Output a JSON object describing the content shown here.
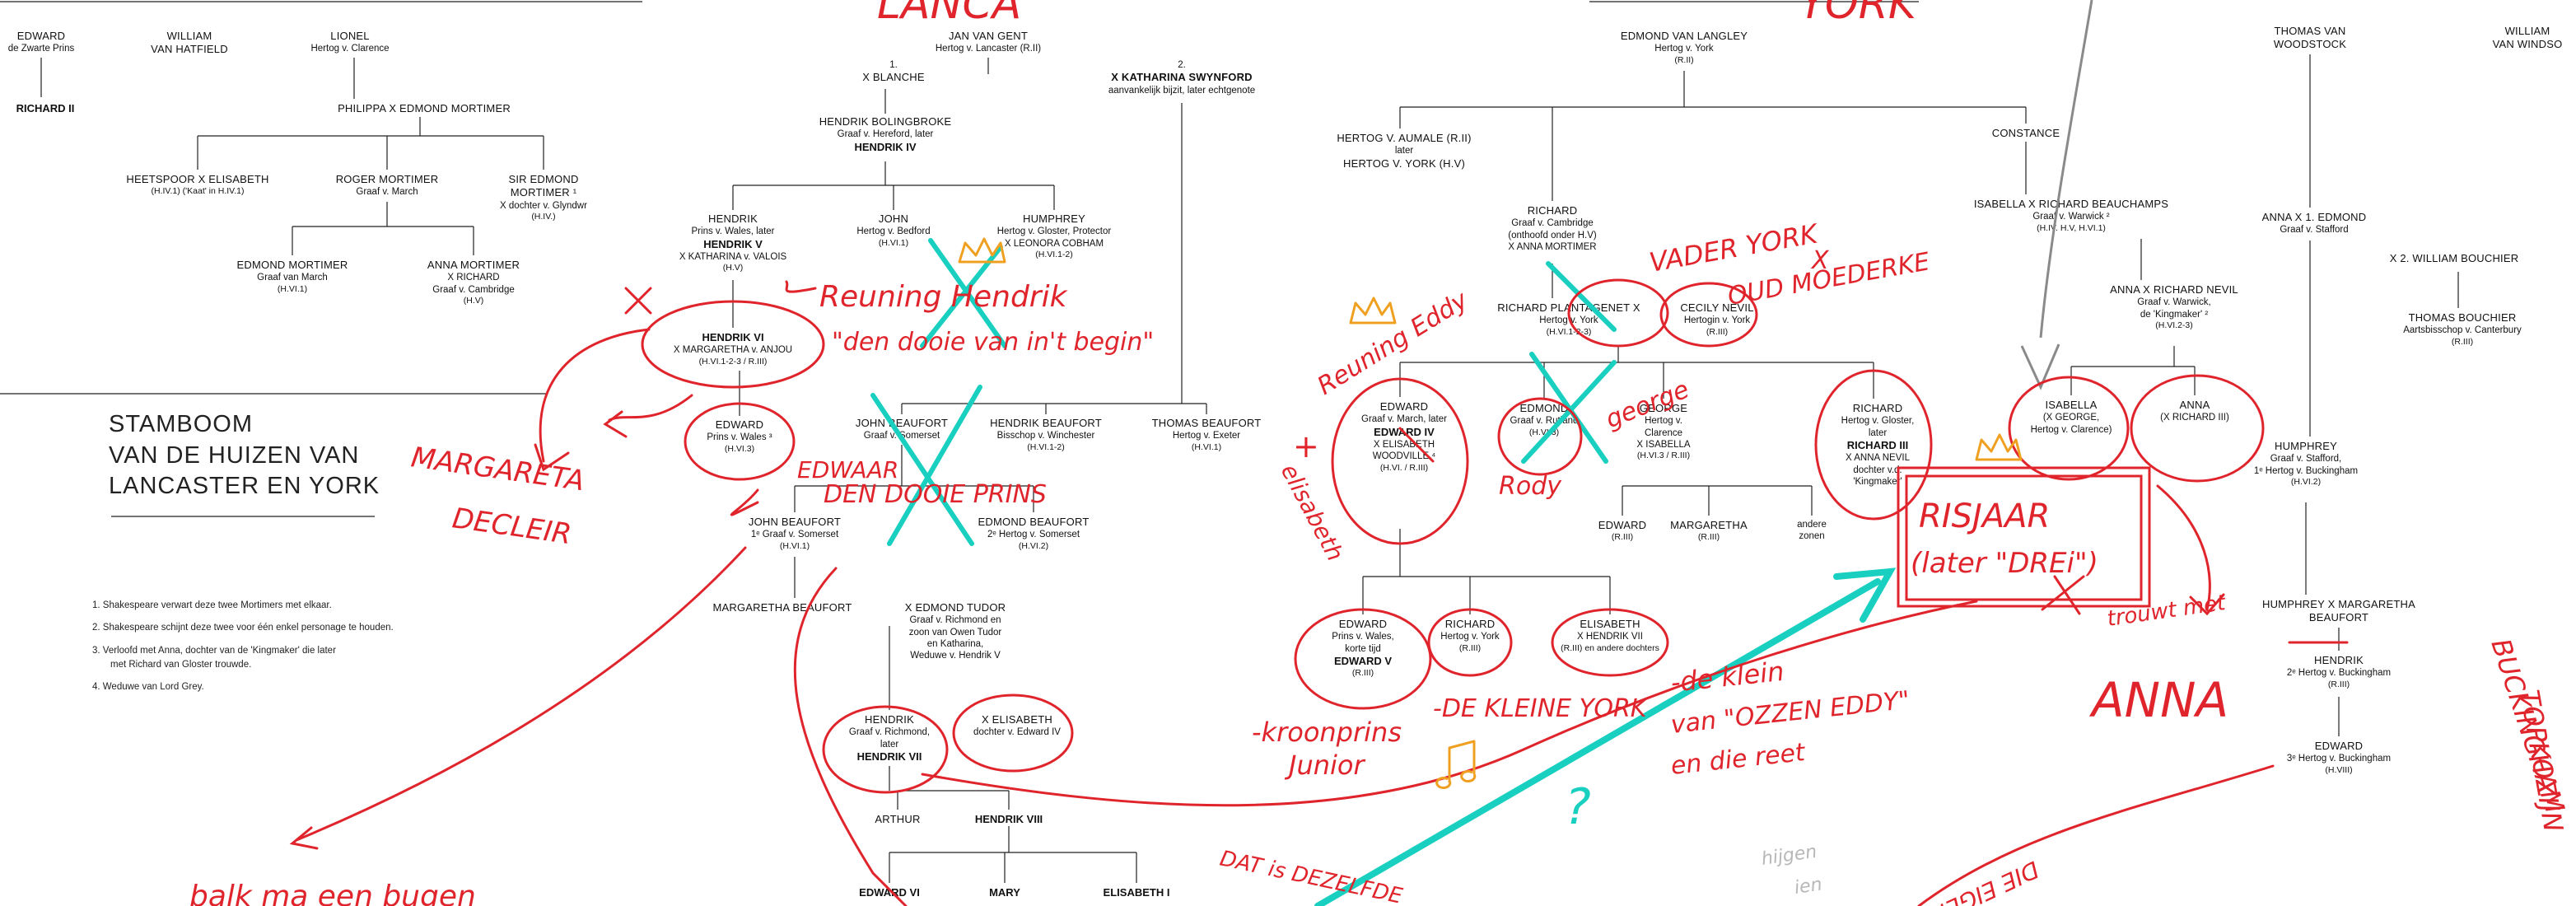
{
  "diagram": {
    "title_lines": [
      "STAMBOOM",
      "VAN DE HUIZEN VAN",
      "LANCASTER EN YORK"
    ],
    "notes": [
      "1.  Shakespeare verwart deze twee Mortimers met elkaar.",
      "2.  Shakespeare schijnt deze twee voor één enkel personage te houden.",
      "3.  Verloofd met Anna, dochter van de 'Kingmaker' die later",
      "met Richard van Gloster trouwde.",
      "4.  Weduwe van Lord Grey."
    ],
    "people": {
      "edward_zwarte_prins": {
        "name": "EDWARD",
        "sub": "de Zwarte Prins"
      },
      "william_hatfield": {
        "name": "WILLIAM",
        "sub": "VAN HATFIELD"
      },
      "richard_ii": {
        "bold": "RICHARD II"
      },
      "lionel": {
        "name": "LIONEL",
        "sub": "Hertog v. Clarence"
      },
      "philippa": {
        "name": "PHILIPPA  X  EDMOND MORTIMER"
      },
      "heetspoor": {
        "name": "HEETSPOOR  X  ELISABETH",
        "ref": "(H.IV.1)     ('Kaat' in H.IV.1)"
      },
      "roger_mortimer": {
        "name": "ROGER MORTIMER",
        "sub": "Graaf v. March"
      },
      "sir_edmond": {
        "name": "SIR EDMOND",
        "name2": "MORTIMER ¹",
        "sub": "X dochter v. Glyndwr",
        "ref": "(H.IV.)"
      },
      "edmond_mortimer": {
        "name": "EDMOND MORTIMER",
        "sub": "Graaf van March",
        "ref": "(H.VI.1)"
      },
      "anna_mortimer": {
        "name": "ANNA MORTIMER",
        "sub": "X  RICHARD",
        "sub2": "Graaf v. Cambridge",
        "ref": "(H.V)"
      },
      "jan_van_gent": {
        "name": "JAN VAN GENT",
        "sub": "Hertog v. Lancaster (R.II)"
      },
      "blanche": {
        "num": "1.",
        "name": "X BLANCHE"
      },
      "swynford": {
        "num": "2.",
        "name": "X KATHARINA SWYNFORD",
        "sub": "aanvankelijk bijzit, later echtgenote"
      },
      "bolingbroke": {
        "name": "HENDRIK BOLINGBROKE",
        "sub": "Graaf v. Hereford, later",
        "bold": "HENDRIK IV"
      },
      "hendrik_v": {
        "name": "HENDRIK",
        "sub": "Prins v. Wales, later",
        "bold": "HENDRIK V",
        "sub2": "X  KATHARINA v. VALOIS",
        "ref": "(H.V)"
      },
      "john_bedford": {
        "name": "JOHN",
        "sub": "Hertog v. Bedford",
        "ref": "(H.VI.1)"
      },
      "humphrey_gloster": {
        "name": "HUMPHREY",
        "sub": "Hertog v. Gloster, Protector",
        "sub2": "X  LEONORA COBHAM",
        "ref": "(H.VI.1-2)"
      },
      "hendrik_vi": {
        "bold": "HENDRIK VI",
        "sub": "X MARGARETHA v. ANJOU",
        "ref": "(H.VI.1-2-3 / R.III)"
      },
      "edward_wales_lanc": {
        "name": "EDWARD",
        "sub": "Prins v. Wales ³",
        "ref": "(H.VI.3)"
      },
      "john_beaufort": {
        "name": "JOHN BEAUFORT",
        "sub": "Graaf v. Somerset"
      },
      "hendrik_beaufort": {
        "name": "HENDRIK BEAUFORT",
        "sub": "Bisschop v. Winchester",
        "ref": "(H.VI.1-2)"
      },
      "thomas_beaufort": {
        "name": "THOMAS BEAUFORT",
        "sub": "Hertog v. Exeter",
        "ref": "(H.VI.1)"
      },
      "john_beaufort_2": {
        "name": "JOHN BEAUFORT",
        "sub": "1ᵉ Graaf v. Somerset",
        "ref": "(H.VI.1)"
      },
      "edmond_beaufort": {
        "name": "EDMOND BEAUFORT",
        "sub": "2ᵉ Hertog v. Somerset",
        "ref": "(H.VI.2)"
      },
      "margaretha_beaufort": {
        "name": "MARGARETHA BEAUFORT"
      },
      "edmond_tudor": {
        "name": "X     EDMOND TUDOR",
        "sub": "Graaf v. Richmond en",
        "sub2": "zoon van Owen Tudor",
        "sub3": "en Katharina,",
        "sub4": "Weduwe v. Hendrik V"
      },
      "hendrik_vii": {
        "name": "HENDRIK",
        "sub": "Graaf v. Richmond,",
        "sub2": "later",
        "bold": "HENDRIK VII"
      },
      "elisabeth_york": {
        "name": "X  ELISABETH",
        "sub": "dochter v. Edward IV"
      },
      "arthur": {
        "name": "ARTHUR"
      },
      "hendrik_viii": {
        "bold": "HENDRIK VIII"
      },
      "edward_vi": {
        "bold": "EDWARD VI"
      },
      "mary": {
        "bold": "MARY"
      },
      "elisabeth_i": {
        "bold": "ELISABETH I"
      },
      "edmond_langley": {
        "name": "EDMOND VAN LANGLEY",
        "sub": "Hertog v. York",
        "ref": "(R.II)"
      },
      "aumale": {
        "name": "HERTOG V. AUMALE (R.II)",
        "sub": "later",
        "sub2": "HERTOG V. YORK (H.V)"
      },
      "richard_cambridge": {
        "name": "RICHARD",
        "sub": "Graaf v. Cambridge",
        "sub2": "(onthoofd onder H.V)",
        "sub3": "X  ANNA MORTIMER"
      },
      "constance": {
        "name": "CONSTANCE"
      },
      "richard_plantagenet": {
        "name": "RICHARD PLANTAGENET  X",
        "sub": "Hertog v. York",
        "ref": "(H.VI.1-2-3)"
      },
      "cecily_nevil": {
        "name": "CECILY NEVIL",
        "sub": "Hertogin v. York",
        "ref": "(R.III)"
      },
      "edward_iv": {
        "name": "EDWARD",
        "sub": "Graaf v. March, later",
        "bold": "EDWARD IV",
        "sub2": "X  ELISABETH",
        "sub3": "WOODVILLE ⁴",
        "ref": "(H.VI. / R.III)"
      },
      "edmond_rutland": {
        "name": "EDMOND",
        "sub": "Graaf v. Rutland",
        "ref": "(H.VI.3)"
      },
      "george_clarence": {
        "name": "GEORGE",
        "sub": "Hertog v.",
        "sub2": "Clarence",
        "sub3": "X  ISABELLA",
        "ref": "(H.VI.3 / R.III)"
      },
      "richard_iii": {
        "name": "RICHARD",
        "sub": "Hertog v. Gloster,",
        "sub2": "later",
        "bold": "RICHARD III",
        "sub3": "X  ANNA NEVIL",
        "sub4": "dochter v.d.",
        "sub5": "'Kingmaker'"
      },
      "edward_child": {
        "name": "EDWARD",
        "ref": "(R.III)"
      },
      "margaretha_child": {
        "name": "MARGARETHA",
        "ref": "(R.III)"
      },
      "andere_zonen": {
        "name": "andere",
        "sub": "zonen"
      },
      "edward_v": {
        "name": "EDWARD",
        "sub": "Prins v. Wales,",
        "sub2": "korte tijd",
        "bold": "EDWARD V",
        "ref": "(R.III)"
      },
      "richard_york_child": {
        "name": "RICHARD",
        "sub": "Hertog v. York",
        "ref": "(R.III)"
      },
      "elisabeth_child": {
        "name": "ELISABETH",
        "sub": "X  HENDRIK VII",
        "ref": "(R.III) en andere dochters"
      },
      "isabella_beauchamps": {
        "name": "ISABELLA X RICHARD BEAUCHAMPS",
        "sub": "Graaf v. Warwick ²",
        "ref": "(H.IV. H.V, H.VI.1)"
      },
      "anna_nevil_parent": {
        "name": "ANNA  X  RICHARD NEVIL",
        "sub": "Graaf v. Warwick,",
        "sub2": "de 'Kingmaker' ²",
        "ref": "(H.VI.2-3)"
      },
      "isabella_george": {
        "name": "ISABELLA",
        "sub": "(X GEORGE,",
        "sub2": "Hertog v. Clarence)"
      },
      "anna_richard": {
        "name": "ANNA",
        "sub": "(X RICHARD III)"
      },
      "thomas_woodstock": {
        "name": "THOMAS VAN",
        "sub": "WOODSTOCK"
      },
      "william_windsor": {
        "name": "WILLIAM",
        "sub": "VAN WINDSO"
      },
      "anna_edmond": {
        "name": "ANNA  X  1. EDMOND",
        "sub": "Graaf v. Stafford"
      },
      "william_bouchier": {
        "name": "X 2. WILLIAM BOUCHIER"
      },
      "thomas_bouchier": {
        "name": "THOMAS BOUCHIER",
        "sub": "Aartsbisschop v. Canterbury",
        "ref": "(R.III)"
      },
      "humphrey_stafford": {
        "name": "HUMPHREY",
        "sub": "Graaf v. Stafford,",
        "sub2": "1ᵉ Hertog v. Buckingham",
        "ref": "(H.VI.2)"
      },
      "humphrey_margaretha": {
        "name": "HUMPHREY  X  MARGARETHA",
        "sub": "BEAUFORT"
      },
      "hendrik_buckingham": {
        "name": "HENDRIK",
        "sub": "2ᵉ Hertog v. Buckingham",
        "ref": "(R.III)"
      },
      "edward_buckingham": {
        "name": "EDWARD",
        "sub": "3ᵉ Hertog v. Buckingham",
        "ref": "(H.VIII)"
      }
    }
  },
  "handwriting": {
    "lancaster_top": "LANCA",
    "york_top": "YORK",
    "reuning_hendrik": "Reuning Hendrik",
    "dooie_begin": "\"den dooie van in't begin\"",
    "margareta": "MARGARETA",
    "decleir": "DECLEIR",
    "edwaar": "EDWAAR",
    "dooie_prins": "DEN DOOIE PRINS",
    "reuning_eddy": "Reuning Eddy",
    "rody": "Rody",
    "george": "george",
    "elisabeth": "elisabeth",
    "vader_york": "VADER YORK",
    "oud_moederke": "OUD MOEDERKE",
    "risjaar": "RISJAAR",
    "later_drei": "(later \"DREi\")",
    "trouwt_met": "trouwt met",
    "anna": "ANNA",
    "kroonprins": "-kroonprins",
    "junior": "Junior",
    "kleine_york": "-DE KLEINE YORK",
    "de_klein": "-de klein",
    "van_ozzen": "van \"OZZEN EDDY\"",
    "en_die_reet": "en die reet",
    "dat_is": "DAT is DEZELFDE",
    "balk": "balk ma een bugen",
    "buckingham": "BUCKINGHAM",
    "topkozijn": "TOPKOZIJN",
    "die_eigen": "DIE EIGEN",
    "question": "?",
    "plus": "+",
    "x_mark": "X",
    "gray_text_1": "hijgen",
    "gray_text_2": "ien"
  },
  "colors": {
    "ink_red": "#e0242c",
    "ink_teal": "#19d0c0",
    "ink_orange": "#f0a020",
    "line_black": "#222222",
    "arrow_gray": "#8a8a8a"
  }
}
